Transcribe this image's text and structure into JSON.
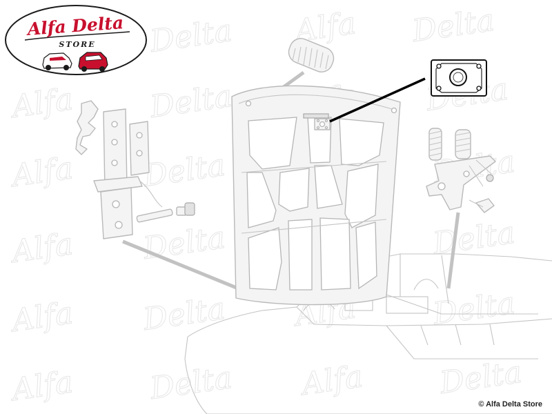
{
  "logo": {
    "brand_text": "Alfa Delta",
    "store_text": "STORE",
    "colors": {
      "brand_red": "#c8102e",
      "outline": "#1a1a1a"
    }
  },
  "watermark": {
    "text": "Alfa Delta",
    "color": "#e8e8e8"
  },
  "highlighted_part": {
    "icon": "hood-lock-plate-icon",
    "leader_color": "#000000"
  },
  "parts": [
    "rubber-bumper-icon",
    "hood-hinge-bracket-icon",
    "hinge-pin-icon",
    "hinge-bolt-icon",
    "hood-panel-icon",
    "hood-lock-springs-icon",
    "hood-latch-assembly-icon",
    "car-body-outline-icon"
  ],
  "copyright": "© Alfa Delta Store"
}
